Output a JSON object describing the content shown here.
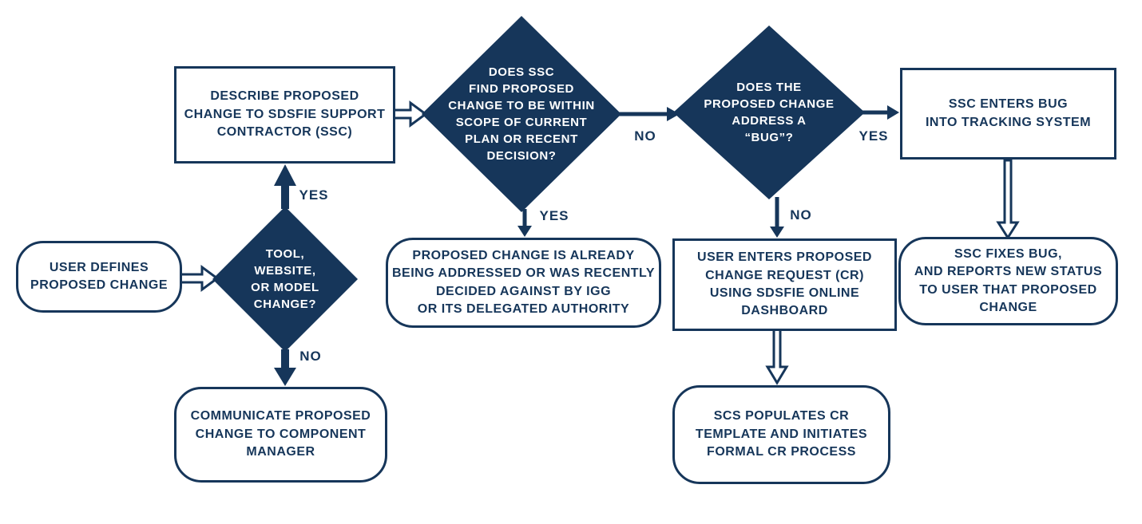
{
  "palette": {
    "navy": "#16365a",
    "white": "#ffffff"
  },
  "nodes": {
    "user_defines": {
      "label": "USER DEFINES\nPROPOSED CHANGE"
    },
    "tool_website": {
      "label": "TOOL,\nWEBSITE,\nOR MODEL\nCHANGE?"
    },
    "describe": {
      "label": "DESCRIBE PROPOSED\nCHANGE TO SDSFIE SUPPORT\nCONTRACTOR (SSC)"
    },
    "within_scope": {
      "label": "DOES SSC\nFIND PROPOSED\nCHANGE TO BE WITHIN\nSCOPE OF CURRENT\nPLAN OR RECENT\nDECISION?"
    },
    "address_bug": {
      "label": "DOES THE\nPROPOSED CHANGE\nADDRESS A\n“BUG”?"
    },
    "ssc_enters_bug": {
      "label": "SSC ENTERS BUG\nINTO TRACKING SYSTEM"
    },
    "already_addressed": {
      "label": "PROPOSED CHANGE IS ALREADY\nBEING ADDRESSED OR WAS RECENTLY\nDECIDED AGAINST BY IGG\nOR ITS DELEGATED AUTHORITY"
    },
    "user_enters_cr": {
      "label": "USER ENTERS PROPOSED\nCHANGE REQUEST (CR)\nUSING SDSFIE ONLINE\nDASHBOARD"
    },
    "ssc_fixes_bug": {
      "label": "SSC FIXES BUG,\nAND REPORTS NEW STATUS\nTO USER THAT PROPOSED\nCHANGE"
    },
    "communicate": {
      "label": "COMMUNICATE PROPOSED\nCHANGE TO COMPONENT\nMANAGER"
    },
    "scs_populates": {
      "label": "SCS POPULATES CR\nTEMPLATE AND INITIATES\nFORMAL CR PROCESS"
    }
  },
  "edge_labels": {
    "tool_yes": "YES",
    "tool_no": "NO",
    "scope_no": "NO",
    "scope_yes": "YES",
    "bug_yes": "YES",
    "bug_no": "NO"
  }
}
